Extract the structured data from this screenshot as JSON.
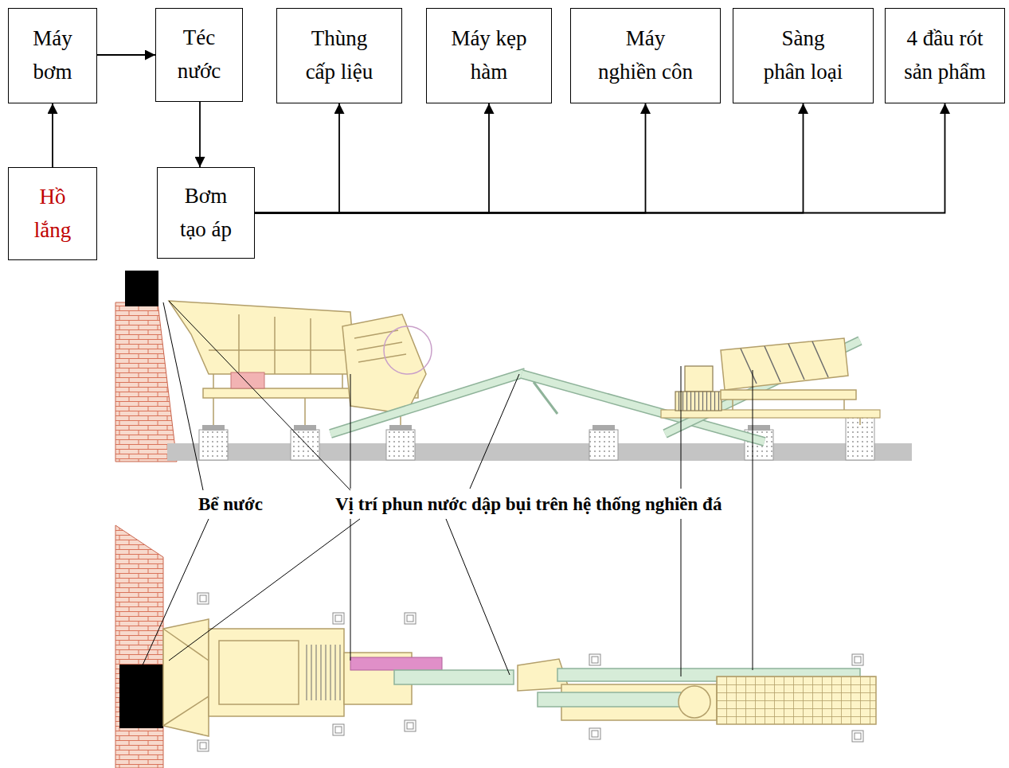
{
  "diagram": {
    "nodes": [
      {
        "text": [
          "Máy bơm"
        ]
      },
      {
        "text": [
          "Téc nước"
        ]
      },
      {
        "text": [
          "Thùng cấp liệu"
        ]
      },
      {
        "text": [
          "Máy kẹp hàm"
        ]
      },
      {
        "text": [
          "Máy nghiền côn"
        ]
      },
      {
        "text": [
          "Sàng phân loại"
        ]
      },
      {
        "text": [
          "4 đầu rót sản phẩm"
        ]
      },
      {
        "text": [
          "Hồ lắng"
        ]
      },
      {
        "text": [
          "Bơm tạo áp"
        ]
      }
    ],
    "edges": [
      {
        "from": 7,
        "to": 0,
        "arrow": "to"
      },
      {
        "from": 0,
        "to": 1,
        "arrow": "to"
      },
      {
        "from": 1,
        "to": 8,
        "arrow": "to"
      },
      {
        "from": 8,
        "to": 2,
        "arrow": "to"
      },
      {
        "from": 8,
        "to": 3,
        "arrow": "to"
      },
      {
        "from": 8,
        "to": 4,
        "arrow": "to"
      },
      {
        "from": 8,
        "to": 5,
        "arrow": "to"
      },
      {
        "from": 8,
        "to": 6,
        "arrow": "to"
      }
    ],
    "labels": [
      "Bể nước",
      "Vị trí phun nước dập bụi trên hệ thống nghiền đá"
    ]
  }
}
